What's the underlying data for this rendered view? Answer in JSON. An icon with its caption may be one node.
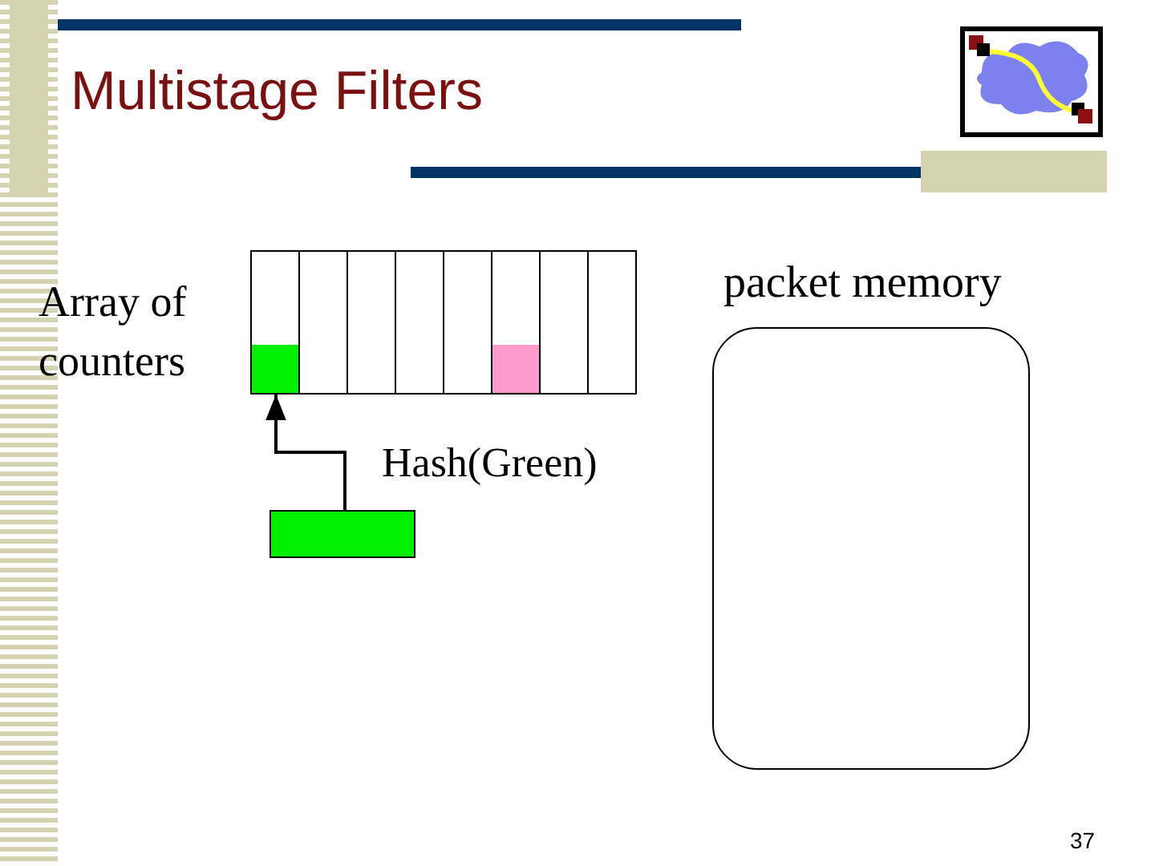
{
  "diagram": {
    "title": "Multistage Filters",
    "nodes": [
      {
        "text": [],
        "shape": "box"
      },
      {
        "text": [],
        "shape": "box"
      },
      {
        "text": [],
        "shape": "box"
      },
      {
        "text": [],
        "shape": "box"
      },
      {
        "text": [],
        "shape": "box"
      },
      {
        "text": [],
        "shape": "box"
      },
      {
        "text": [],
        "shape": "box"
      },
      {
        "text": [],
        "shape": "box"
      },
      {
        "text": [],
        "shape": "box"
      },
      {
        "text": [
          "packet memory"
        ]
      }
    ],
    "edges": [
      {
        "from": 8,
        "to": 0,
        "arrow": "to",
        "label": "Hash(Green)"
      }
    ],
    "labels": [
      "Array of counters",
      "37"
    ]
  }
}
